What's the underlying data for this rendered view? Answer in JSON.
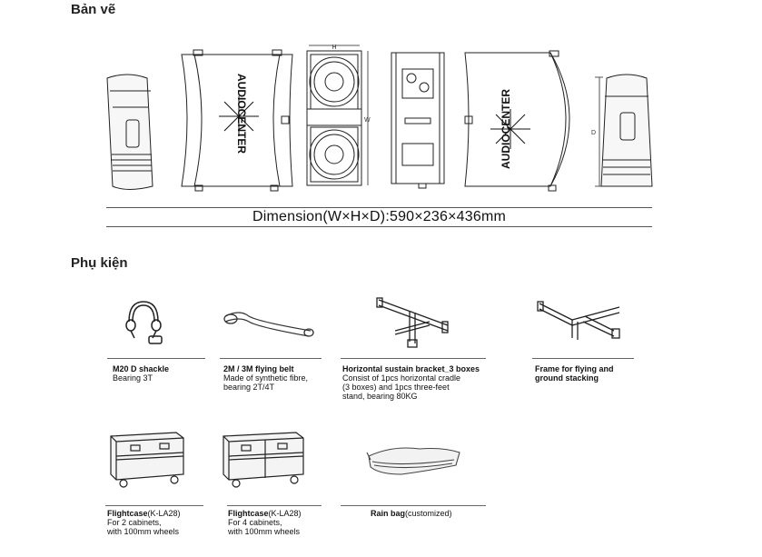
{
  "sections": {
    "drawing_title": "Bản vẽ",
    "accessories_title": "Phụ kiện"
  },
  "drawing": {
    "brand": "AUDIOCENTER",
    "label_h": "H",
    "label_w": "W",
    "label_d": "D",
    "dimension": "Dimension(W×H×D):590×236×436mm"
  },
  "accessories": [
    {
      "name": "M20 D shackle",
      "name_suffix": "",
      "desc": [
        "Bearing 3T"
      ]
    },
    {
      "name": "2M / 3M flying belt",
      "name_suffix": "",
      "desc": [
        "Made of synthetic fibre,",
        "bearing 2T/4T"
      ]
    },
    {
      "name": "Horizontal sustain bracket_3 boxes",
      "name_suffix": "",
      "desc": [
        "Consist of 1pcs horizontal cradle",
        "(3 boxes) and 1pcs three-feet",
        "stand, bearing 80KG"
      ]
    },
    {
      "name": "Frame for flying and",
      "name_suffix": "",
      "desc": [
        "ground stacking"
      ],
      "desc_bold": true
    },
    {
      "name": "Flightcase",
      "name_suffix": "(K-LA28)",
      "desc": [
        "For 2 cabinets,",
        "with 100mm wheels"
      ]
    },
    {
      "name": "Flightcase",
      "name_suffix": "(K-LA28)",
      "desc": [
        "For 4 cabinets,",
        "with 100mm wheels"
      ]
    },
    {
      "name": "Rain bag",
      "name_suffix": "(customized)",
      "desc": []
    }
  ]
}
